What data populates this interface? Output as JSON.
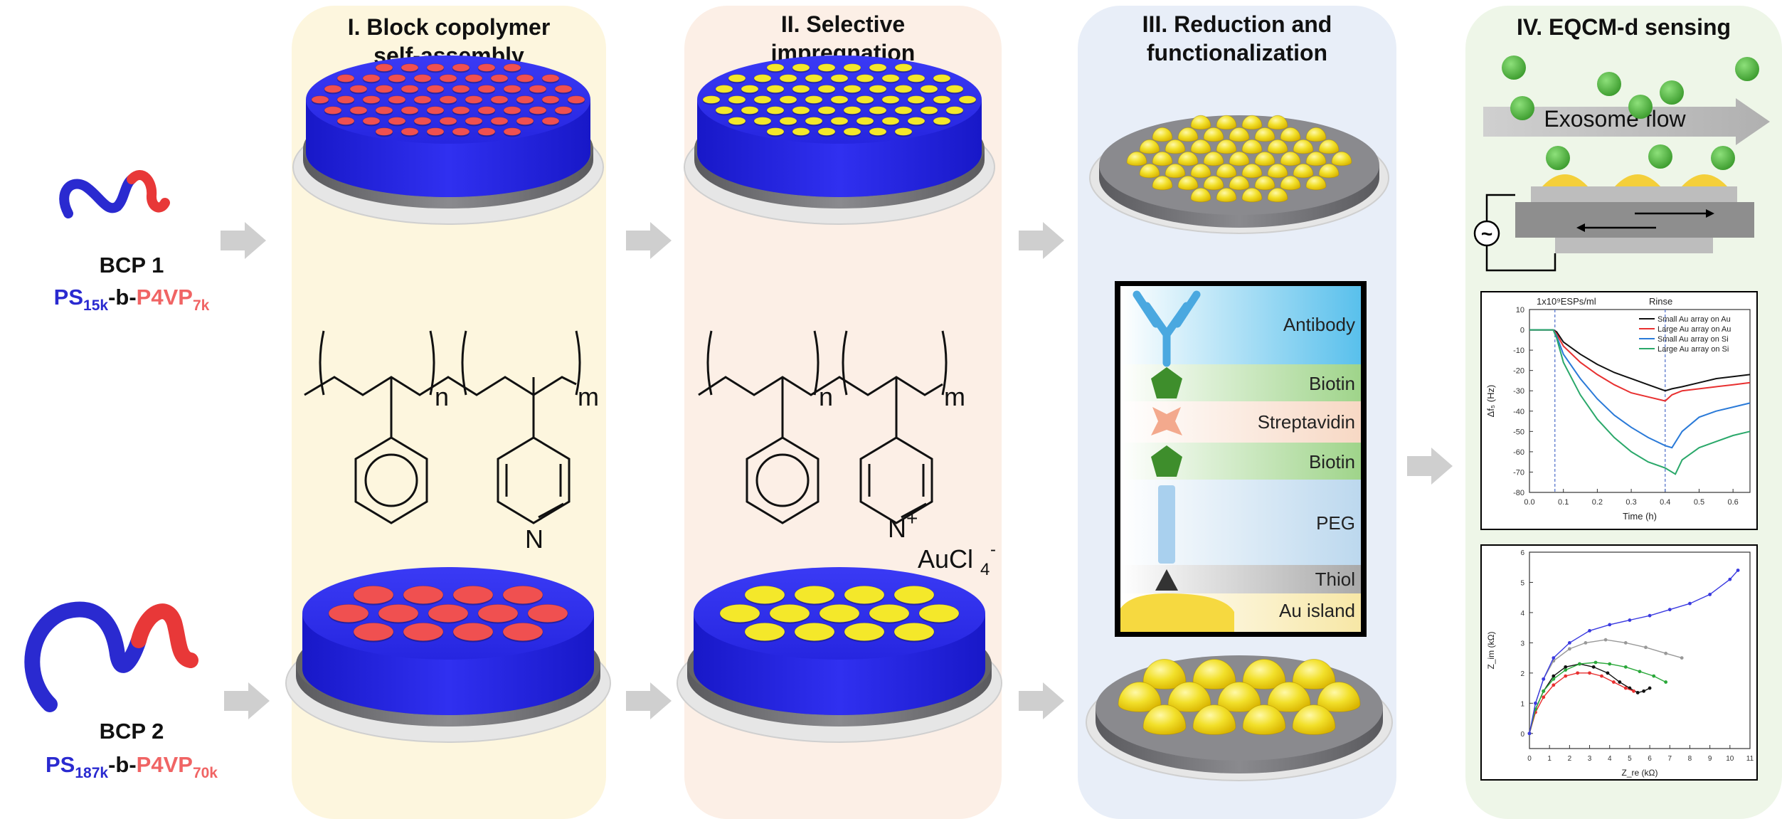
{
  "panels": [
    {
      "title_line1": "I. Block copolymer",
      "title_line2": "self-assembly",
      "bg": "#fdf6de"
    },
    {
      "title_line1": "II. Selective",
      "title_line2": "impregnation",
      "bg": "#fcefe6"
    },
    {
      "title_line1": "III. Reduction and",
      "title_line2": "functionalization",
      "bg": "#e8eef8"
    },
    {
      "title_line1": "IV. EQCM-d sensing",
      "title_line2": "",
      "bg": "#eef6e8"
    }
  ],
  "bcp1": {
    "name": "BCP 1",
    "ps": "PS",
    "ps_sub": "15k",
    "dash": "-b-",
    "p4vp": "P4VP",
    "p4vp_sub": "7k"
  },
  "bcp2": {
    "name": "BCP 2",
    "ps": "PS",
    "ps_sub": "187k",
    "dash": "-b-",
    "p4vp": "P4VP",
    "p4vp_sub": "70k"
  },
  "chem": {
    "n": "n",
    "m": "m",
    "N": "N",
    "Nplus": "N",
    "plus": "+",
    "aucl": "AuCl",
    "aucl_sub": "4",
    "aucl_sup": "-"
  },
  "functional_layers": [
    "Antibody",
    "Biotin",
    "Streptavidin",
    "Biotin",
    "PEG",
    "Thiol",
    "Au island"
  ],
  "sensing": {
    "flow_label": "Exosome flow",
    "ac_symbol": "~"
  },
  "colors": {
    "blue_film": "#2c2cf0",
    "red_domain": "#f05050",
    "yellow_domain": "#f4e82a",
    "gold": "#f6e23a",
    "substrate": "#7d7d80",
    "arrow": "#cfcfcf",
    "exosome": "#4caf3a"
  },
  "chart_data": [
    {
      "type": "line",
      "title": "1x10⁹ESPs/ml",
      "annotation": "Rinse",
      "xlabel": "Time (h)",
      "ylabel": "Δf₅ (Hz)",
      "xlim": [
        0.0,
        0.65
      ],
      "ylim": [
        -80,
        10
      ],
      "xticks": [
        "0.0",
        "0.1",
        "0.2",
        "0.3",
        "0.4",
        "0.5",
        "0.6"
      ],
      "yticks": [
        "10",
        "0",
        "-10",
        "-20",
        "-30",
        "-40",
        "-50",
        "-60",
        "-70",
        "-80"
      ],
      "vlines": [
        0.075,
        0.4
      ],
      "legend_position": "top-right",
      "series": [
        {
          "name": "Small Au array on Au",
          "color": "#111111",
          "x": [
            0,
            0.07,
            0.08,
            0.1,
            0.15,
            0.2,
            0.25,
            0.3,
            0.35,
            0.4,
            0.42,
            0.45,
            0.5,
            0.55,
            0.6,
            0.65
          ],
          "y": [
            0,
            0,
            -1,
            -6,
            -12,
            -17,
            -21,
            -24,
            -27,
            -30,
            -29,
            -28,
            -26,
            -24,
            -23,
            -22
          ]
        },
        {
          "name": "Large Au array on Au",
          "color": "#e83030",
          "x": [
            0,
            0.07,
            0.08,
            0.1,
            0.15,
            0.2,
            0.25,
            0.3,
            0.35,
            0.4,
            0.42,
            0.45,
            0.5,
            0.55,
            0.6,
            0.65
          ],
          "y": [
            0,
            0,
            -2,
            -8,
            -16,
            -22,
            -27,
            -31,
            -33,
            -35,
            -32,
            -30,
            -29,
            -28,
            -27,
            -26
          ]
        },
        {
          "name": "Small Au array on Si",
          "color": "#2a7ad8",
          "x": [
            0,
            0.07,
            0.08,
            0.1,
            0.15,
            0.2,
            0.25,
            0.3,
            0.35,
            0.4,
            0.42,
            0.45,
            0.5,
            0.55,
            0.6,
            0.65
          ],
          "y": [
            0,
            0,
            -3,
            -12,
            -24,
            -34,
            -42,
            -48,
            -53,
            -57,
            -58,
            -50,
            -43,
            -40,
            -38,
            -36
          ]
        },
        {
          "name": "Large Au array on Si",
          "color": "#2aa86a",
          "x": [
            0,
            0.07,
            0.08,
            0.1,
            0.15,
            0.2,
            0.25,
            0.3,
            0.35,
            0.4,
            0.43,
            0.45,
            0.5,
            0.55,
            0.6,
            0.65
          ],
          "y": [
            0,
            0,
            -4,
            -16,
            -32,
            -44,
            -53,
            -60,
            -65,
            -68,
            -71,
            -64,
            -58,
            -55,
            -52,
            -50
          ]
        }
      ]
    },
    {
      "type": "scatter",
      "xlabel": "Z_re (kΩ)",
      "ylabel": "Z_im (kΩ)",
      "xlim": [
        0,
        11
      ],
      "ylim": [
        -0.5,
        6
      ],
      "xticks": [
        "0",
        "1",
        "2",
        "3",
        "4",
        "5",
        "6",
        "7",
        "8",
        "9",
        "10",
        "11"
      ],
      "yticks": [
        "0",
        "1",
        "2",
        "3",
        "4",
        "5",
        "6"
      ],
      "series": [
        {
          "color": "#111111",
          "x": [
            0,
            0.3,
            0.7,
            1.2,
            1.8,
            2.5,
            3.2,
            3.9,
            4.5,
            5.0,
            5.4,
            5.7,
            6.0
          ],
          "y": [
            0,
            0.8,
            1.4,
            1.9,
            2.2,
            2.3,
            2.2,
            2.0,
            1.7,
            1.5,
            1.35,
            1.4,
            1.5
          ]
        },
        {
          "color": "#e83030",
          "x": [
            0,
            0.3,
            0.7,
            1.2,
            1.8,
            2.4,
            3.0,
            3.6,
            4.2,
            4.8,
            5.2
          ],
          "y": [
            0,
            0.7,
            1.2,
            1.6,
            1.9,
            2.0,
            2.0,
            1.9,
            1.7,
            1.5,
            1.4
          ]
        },
        {
          "color": "#2aa83a",
          "x": [
            0,
            0.3,
            0.7,
            1.2,
            1.8,
            2.5,
            3.3,
            4.0,
            4.8,
            5.5,
            6.2,
            6.8
          ],
          "y": [
            0,
            0.8,
            1.4,
            1.8,
            2.1,
            2.3,
            2.35,
            2.3,
            2.2,
            2.05,
            1.9,
            1.7
          ]
        },
        {
          "color": "#999999",
          "x": [
            0,
            0.3,
            0.7,
            1.2,
            2.0,
            2.8,
            3.8,
            4.8,
            5.8,
            6.8,
            7.6
          ],
          "y": [
            0,
            1.0,
            1.8,
            2.4,
            2.8,
            3.0,
            3.1,
            3.0,
            2.85,
            2.65,
            2.5
          ]
        },
        {
          "color": "#3a3ae0",
          "x": [
            0,
            0.3,
            0.7,
            1.2,
            2.0,
            3.0,
            4.0,
            5.0,
            6.0,
            7.0,
            8.0,
            9.0,
            10.0,
            10.4
          ],
          "y": [
            0,
            1.0,
            1.8,
            2.5,
            3.0,
            3.4,
            3.6,
            3.75,
            3.9,
            4.1,
            4.3,
            4.6,
            5.1,
            5.4
          ]
        }
      ]
    }
  ]
}
